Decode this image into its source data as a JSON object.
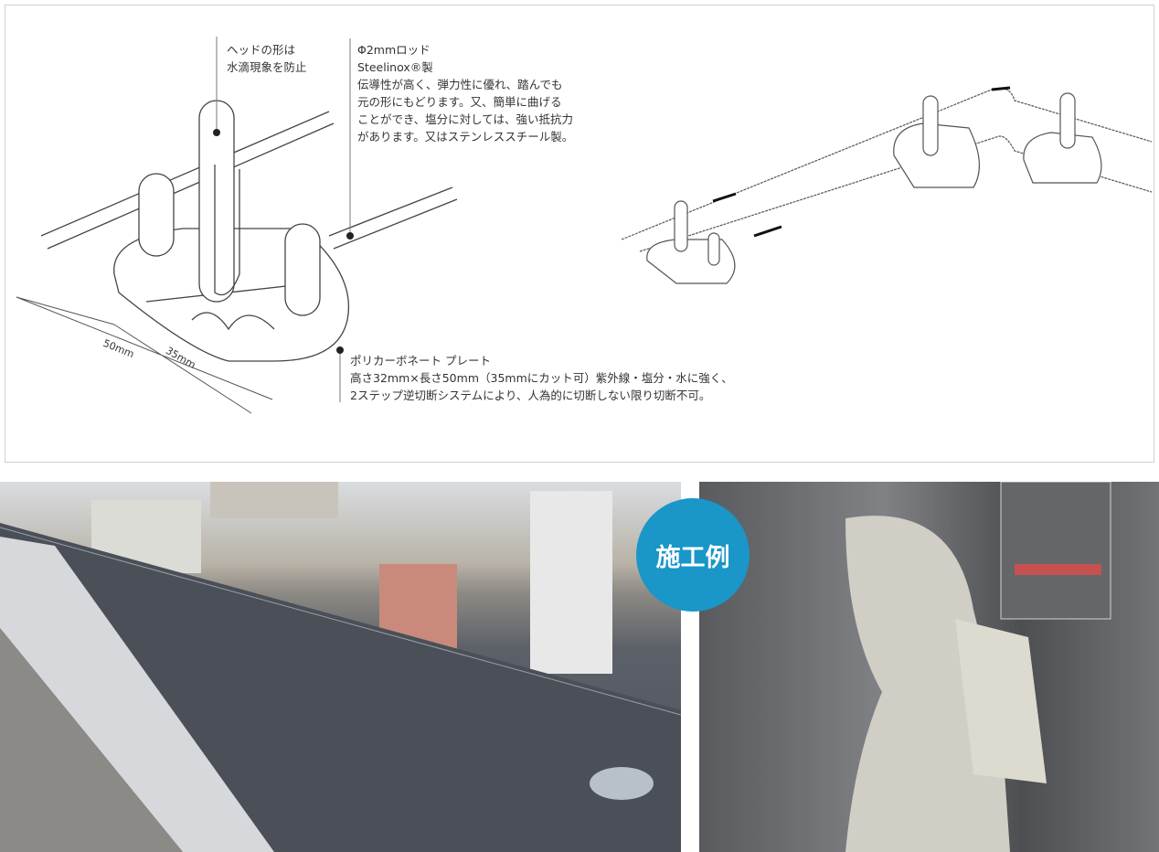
{
  "diagram": {
    "head_label": [
      "ヘッドの形は",
      "水滴現象を防止"
    ],
    "rod_label": {
      "title": "Φ2mmロッド",
      "material": "Steelinox®製",
      "description": [
        "伝導性が高く、弾力性に優れ、踏んでも",
        "元の形にもどります。又、簡単に曲げる",
        "ことができ、塩分に対しては、強い抵抗力",
        "があります。又はステンレススチール製。"
      ]
    },
    "plate_label": {
      "title": "ポリカーボネート プレート",
      "description": [
        "高さ32mm×長さ50mm（35mmにカット可）紫外線・塩分・水に強く、",
        "2ステップ逆切断システムにより、人為的に切断しない限り切断不可。"
      ]
    },
    "dimensions": [
      "50mm",
      "35mm"
    ]
  },
  "photos": {
    "badge": "施工例",
    "badge_color": "#1a96c8"
  }
}
